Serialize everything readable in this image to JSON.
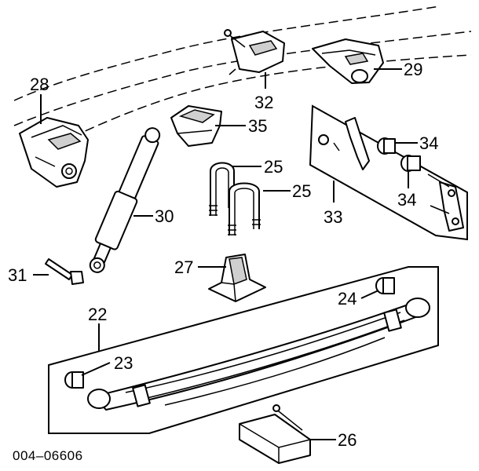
{
  "diagram": {
    "drawing_code": "004–06606",
    "callouts": {
      "c22": "22",
      "c23": "23",
      "c24": "24",
      "c25a": "25",
      "c25b": "25",
      "c26": "26",
      "c27": "27",
      "c28": "28",
      "c29": "29",
      "c30": "30",
      "c31": "31",
      "c32": "32",
      "c33": "33",
      "c34a": "34",
      "c34b": "34",
      "c35": "35"
    }
  }
}
